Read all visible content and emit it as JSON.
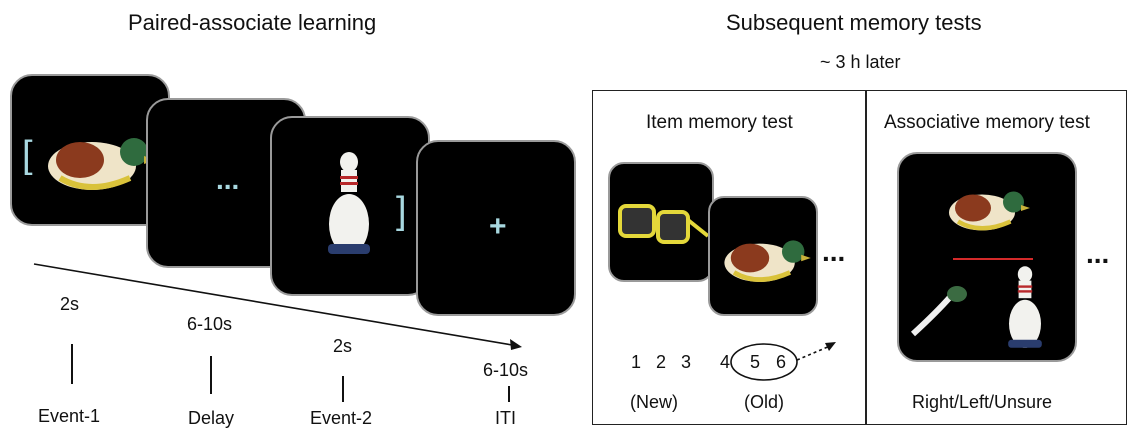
{
  "left": {
    "title": "Paired-associate learning",
    "delay_dots": "...",
    "fixation": "+",
    "bracket_left": "[",
    "bracket_right": "]",
    "timeline": [
      {
        "duration": "2s",
        "event": "Event-1"
      },
      {
        "duration": "6-10s",
        "event": "Delay"
      },
      {
        "duration": "2s",
        "event": "Event-2"
      },
      {
        "duration": "6-10s",
        "event": "ITI"
      }
    ]
  },
  "right": {
    "title": "Subsequent memory tests",
    "subtitle": "~ 3 h later",
    "item_test": {
      "title": "Item memory test",
      "ellipsis": "...",
      "scale": [
        "1",
        "2",
        "3",
        "4",
        "5",
        "6"
      ],
      "new_label": "(New)",
      "old_label": "(Old)"
    },
    "assoc_test": {
      "title": "Associative memory test",
      "ellipsis": "...",
      "response": "Right/Left/Unsure"
    }
  },
  "colors": {
    "bracket": "#a8d8e0",
    "divider_line": "#d42a2a",
    "screen_bg": "#000000"
  }
}
